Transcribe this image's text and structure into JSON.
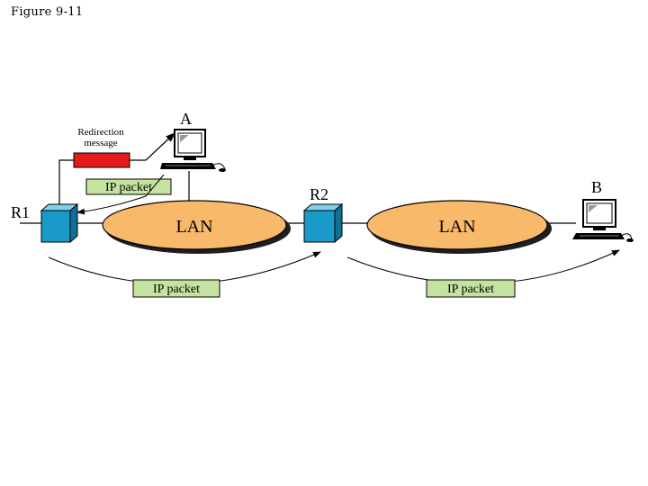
{
  "caption": "Figure 9-11",
  "nodes": {
    "r1": "R1",
    "r2": "R2",
    "a": "A",
    "b": "B"
  },
  "lans": {
    "lan1": "LAN",
    "lan2": "LAN"
  },
  "messages": {
    "redirection": "Redirection",
    "message": "message",
    "packet_top": "IP packet",
    "packet_bottom_left": "IP packet",
    "packet_bottom_right": "IP packet"
  },
  "colors": {
    "router": "#1a9ac8",
    "lan": "#f9b96a",
    "packet": "#c5e3a0",
    "redirect": "#e31b1b"
  }
}
